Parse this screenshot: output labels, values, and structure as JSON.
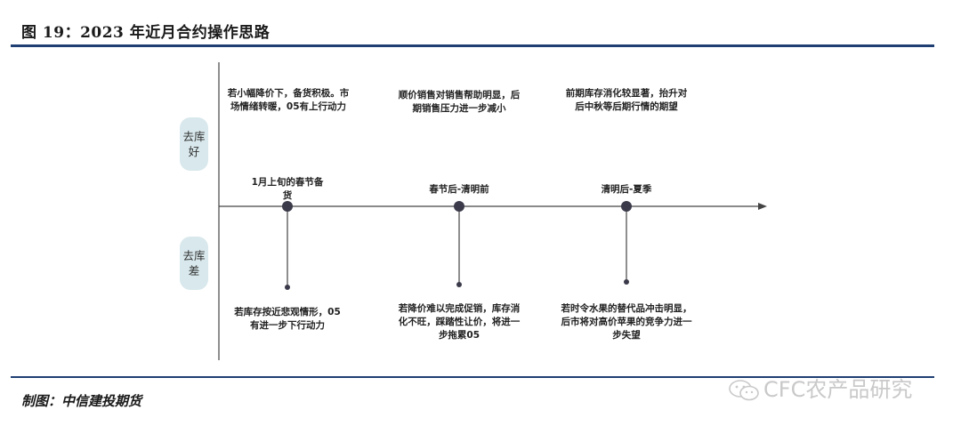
{
  "figure": {
    "title": "图 19：2023 年近月合约操作思路",
    "source": "制图：中信建投期货",
    "watermark": "CFC农产品研究"
  },
  "axis_labels": {
    "good": "去库好",
    "bad": "去库差"
  },
  "stages": [
    {
      "name": "1月上旬的春节备货",
      "good_text": "若小幅降价下，备货积极。市场情绪转暖，05有上行动力",
      "bad_text": "若库存按近悲观情形，05有进一步下行动力"
    },
    {
      "name": "春节后-清明前",
      "good_text": "顺价销售对销售帮助明显，后期销售压力进一步减小",
      "bad_text": "若降价难以完成促销，库存消化不旺，踩踏性让价，将进一步拖累05"
    },
    {
      "name": "清明后-夏季",
      "good_text": "前期库存消化较显著，抬升对后中秋等后期行情的期望",
      "bad_text": "若时令水果的替代品冲击明显，后市将对高价苹果的竞争力进一步失望"
    }
  ],
  "colors": {
    "rule": "#1f3f73",
    "line": "#444444",
    "node": "#3a3a4a",
    "pill": "#d8e8ec"
  }
}
